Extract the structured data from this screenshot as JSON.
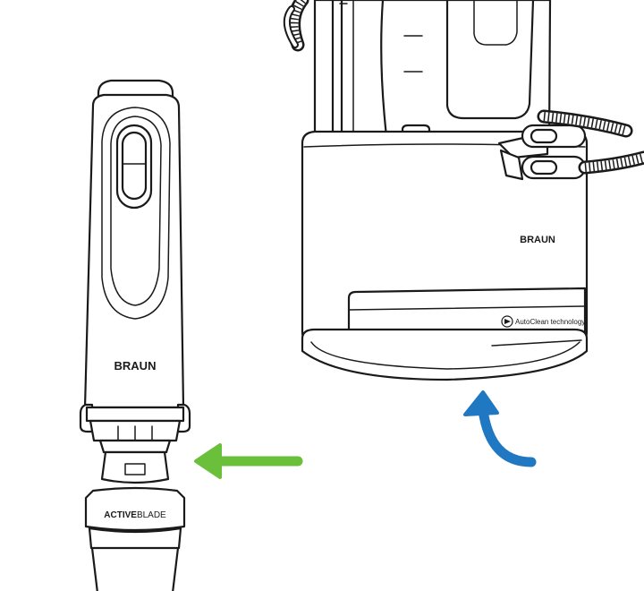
{
  "blender": {
    "brand": "BRAUN",
    "blade_label_bold": "ACTIVE",
    "blade_label_light": "BLADE"
  },
  "station": {
    "brand": "BRAUN",
    "feature_label": "AutoClean technology"
  },
  "arrows": {
    "left_arrow_color": "#6abf3b",
    "curved_arrow_color": "#1f78c1"
  },
  "icons": {
    "left_arrow": "arrow-left-icon",
    "curved_arrow": "curved-arrow-up-icon",
    "autoclean": "autoclean-icon"
  }
}
